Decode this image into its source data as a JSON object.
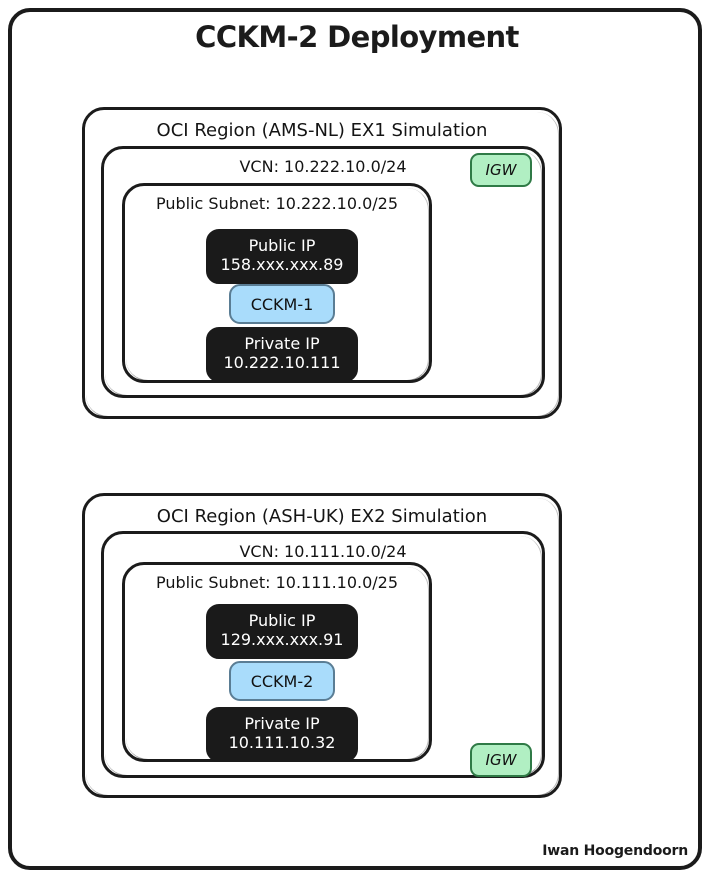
{
  "diagram": {
    "title": "CCKM-2 Deployment",
    "signature": "Iwan Hoogendoorn",
    "colors": {
      "stroke": "#1b1b1b",
      "igw_fill": "#b1efc3",
      "igw_stroke": "#2f7a46",
      "instance_fill": "#a9dcfb",
      "instance_stroke": "#5a7d94",
      "ip_fill": "#1a1a1a",
      "ip_text": "#ffffff",
      "background": "#ffffff"
    }
  },
  "regions": [
    {
      "region_label": "OCI Region (AMS-NL) EX1 Simulation",
      "vcn_label": "VCN: 10.222.10.0/24",
      "subnet_label": "Public Subnet: 10.222.10.0/25",
      "igw_label": "IGW",
      "public_ip": {
        "title": "Public IP",
        "value": "158.xxx.xxx.89"
      },
      "instance": {
        "name": "CCKM-1"
      },
      "private_ip": {
        "title": "Private IP",
        "value": "10.222.10.111"
      }
    },
    {
      "region_label": "OCI Region (ASH-UK) EX2 Simulation",
      "vcn_label": "VCN: 10.111.10.0/24",
      "subnet_label": "Public Subnet: 10.111.10.0/25",
      "igw_label": "IGW",
      "public_ip": {
        "title": "Public IP",
        "value": "129.xxx.xxx.91"
      },
      "instance": {
        "name": "CCKM-2"
      },
      "private_ip": {
        "title": "Private IP",
        "value": "10.111.10.32"
      }
    }
  ]
}
